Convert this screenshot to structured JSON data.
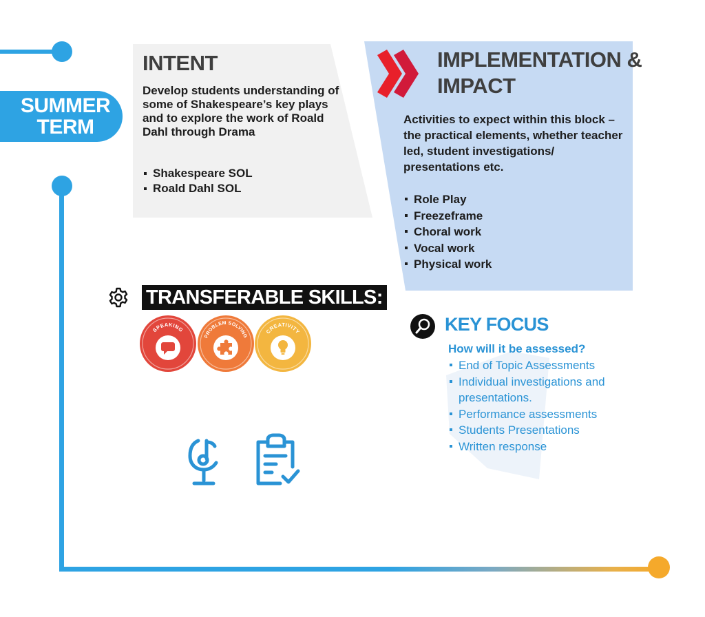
{
  "term": {
    "line1": "SUMMER",
    "line2": "TERM"
  },
  "intent": {
    "title": "INTENT",
    "body": "Develop students understanding of some of Shakespeare’s key plays and to explore the work of Roald Dahl through Drama",
    "items": [
      "Shakespeare SOL",
      "Roald Dahl SOL"
    ]
  },
  "implementation": {
    "title_line1": "IMPLEMENTATION &",
    "title_line2": "IMPACT",
    "body": "Activities to expect within this block –the practical elements, whether teacher led, student investigations/ presentations etc.",
    "items": [
      "Role Play",
      "Freezeframe",
      "Choral work",
      "Vocal work",
      "Physical work"
    ]
  },
  "skills": {
    "title": "TRANSFERABLE SKILLS:",
    "badges": [
      {
        "label": "SPEAKING",
        "icon": "speech-bubble-icon",
        "color": "#e2463b"
      },
      {
        "label": "PROBLEM SOLVING",
        "icon": "puzzle-icon",
        "color": "#ef7a3a"
      },
      {
        "label": "CREATIVITY",
        "icon": "lightbulb-icon",
        "color": "#f3b640"
      }
    ]
  },
  "key_focus": {
    "title": "KEY FOCUS",
    "question": "How will it be assessed?",
    "items": [
      "End of Topic Assessments",
      "Individual investigations and presentations.",
      "Performance assessments",
      "Students Presentations",
      "Written response"
    ]
  },
  "colors": {
    "primary_blue": "#2ea3e3",
    "accent_orange": "#f5a92b",
    "chevron_red": "#e8202a",
    "panel_blue": "#c6daf3",
    "panel_grey": "#f1f1f1"
  },
  "icons": [
    "gear-icon",
    "magnifier-icon",
    "chevron-icon",
    "microphone-music-icon",
    "clipboard-check-icon"
  ]
}
